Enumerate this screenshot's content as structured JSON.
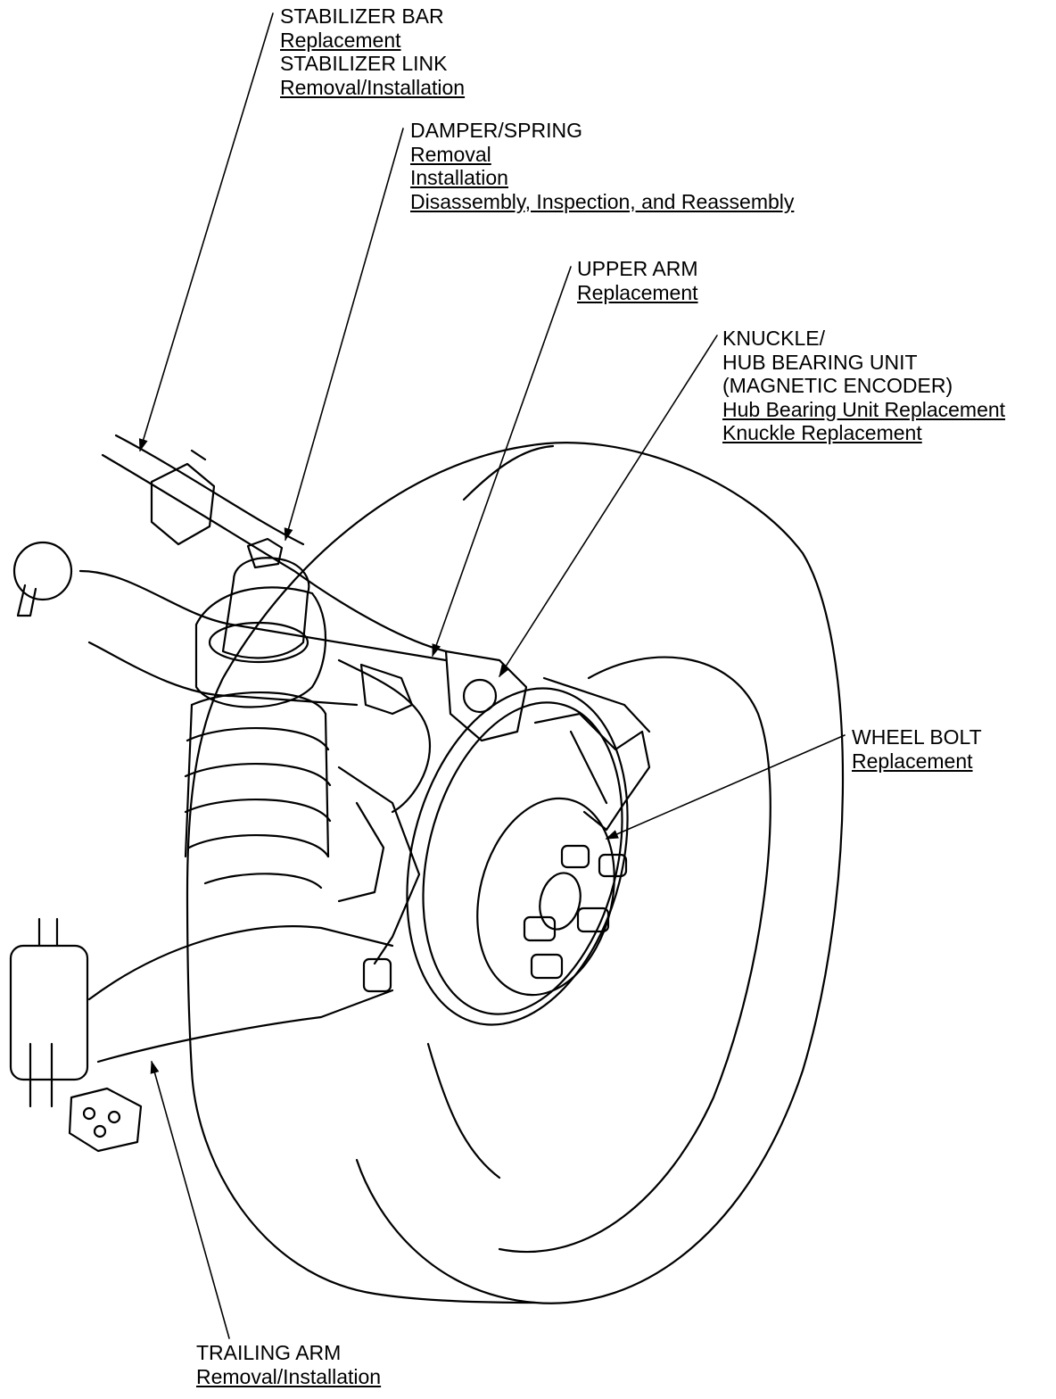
{
  "callouts": {
    "stabilizer": {
      "title1": "STABILIZER BAR",
      "link1": "Replacement",
      "title2": "STABILIZER LINK",
      "link2": "Removal/Installation"
    },
    "damper": {
      "title": "DAMPER/SPRING",
      "links": [
        "Removal",
        "Installation",
        "Disassembly, Inspection, and Reassembly"
      ]
    },
    "upper_arm": {
      "title": "UPPER ARM",
      "link": "Replacement"
    },
    "knuckle": {
      "titles": [
        "KNUCKLE/",
        "HUB BEARING UNIT",
        "(MAGNETIC ENCODER)"
      ],
      "links": [
        "Hub Bearing Unit Replacement",
        "Knuckle Replacement"
      ]
    },
    "wheel_bolt": {
      "title": "WHEEL BOLT",
      "link": "Replacement"
    },
    "trailing_arm": {
      "title": "TRAILING ARM",
      "link": "Removal/Installation"
    }
  },
  "colors": {
    "ink": "#000000",
    "paper": "#ffffff"
  }
}
